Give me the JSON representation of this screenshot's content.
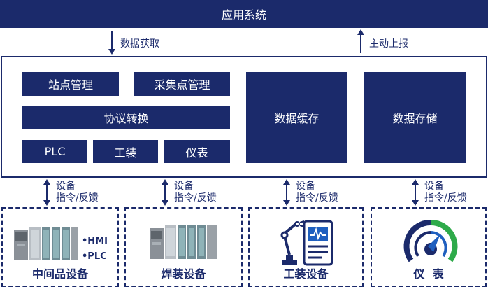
{
  "top_bar": {
    "title": "应用系统"
  },
  "flow": {
    "acquire_label": "数据获取",
    "report_label": "主动上报"
  },
  "gateway": {
    "station_mgmt": "站点管理",
    "point_mgmt": "采集点管理",
    "protocol_convert": "协议转换",
    "plc": "PLC",
    "tooling": "工装",
    "meter": "仪表",
    "data_cache": "数据缓存",
    "data_storage": "数据存储"
  },
  "connections": [
    {
      "line1": "设备",
      "line2": "指令/反馈"
    },
    {
      "line1": "设备",
      "line2": "指令/反馈"
    },
    {
      "line1": "设备",
      "line2": "指令/反馈"
    },
    {
      "line1": "设备",
      "line2": "指令/反馈"
    }
  ],
  "devices": [
    {
      "name": "中间品设备",
      "tags": [
        "•HMI",
        "•PLC"
      ]
    },
    {
      "name": "焊装设备"
    },
    {
      "name": "工装设备"
    },
    {
      "name": "仪  表"
    }
  ],
  "colors": {
    "navy": "#1b2a6b",
    "green": "#2eaa4a",
    "blue": "#1f5fbf"
  }
}
